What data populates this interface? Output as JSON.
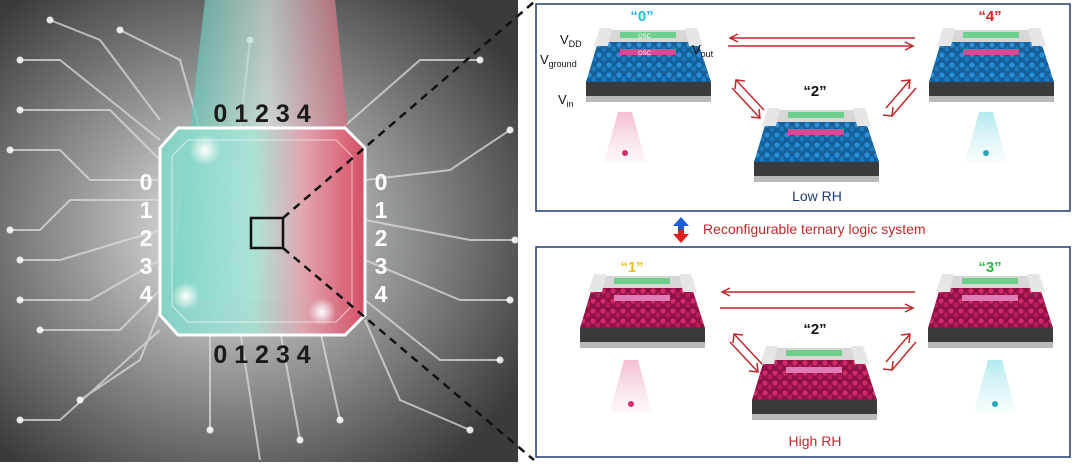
{
  "chip": {
    "digits_top": "0 1 2 3 4",
    "digits_bottom": "0 1 2 3 4",
    "digits_side": [
      "0",
      "1",
      "2",
      "3",
      "4"
    ]
  },
  "low_rh_panel": {
    "title": "Low RH",
    "state_left": "“0”",
    "state_middle": "“2”",
    "state_right": "“4”",
    "terminal_vdd": {
      "base": "V",
      "sub": "DD"
    },
    "terminal_vground": {
      "base": "V",
      "sub": "ground"
    },
    "terminal_vin": {
      "base": "V",
      "sub": "in"
    },
    "terminal_vout": {
      "base": "V",
      "sub": "out"
    },
    "layer_top": "OSC",
    "layer_bottom": "OSC"
  },
  "middle_caption": "Reconfigurable ternary logic system",
  "high_rh_panel": {
    "title": "High RH",
    "state_left": "“1”",
    "state_middle": "“2”",
    "state_right": "“3”"
  },
  "colors": {
    "state_0": "#29b6e6",
    "state_4": "#e02020",
    "state_1": "#e8c020",
    "state_3": "#2cb84a",
    "state_2": "#111111",
    "panel_border": "#1f3b73",
    "arrow_red": "#c0282c",
    "low_rh_text": "#1f3b73",
    "high_rh_text": "#c0282c",
    "caption_text": "#c0282c",
    "device_blue": "#1f7fc4",
    "device_magenta": "#c2185b"
  }
}
